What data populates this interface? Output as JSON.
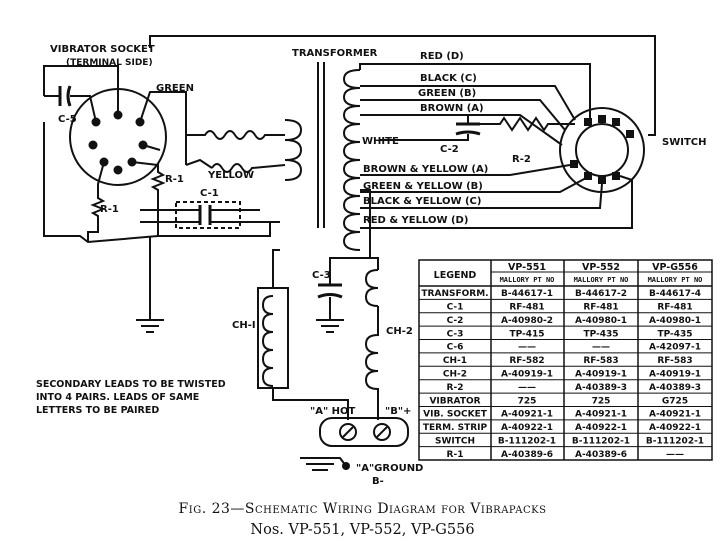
{
  "labels": {
    "vibrator_socket": "VIBRATOR SOCKET",
    "terminal_side": "(TERMINAL SIDE)",
    "green": "GREEN",
    "yellow": "YELLOW",
    "c5": "C-5",
    "r1": "R-1",
    "c1": "C-1",
    "transformer": "TRANSFORMER",
    "white": "WHITE",
    "red_d": "RED  (D)",
    "black_c": "BLACK (C)",
    "green_b": "GREEN (B)",
    "brown_a": "BROWN (A)",
    "c2": "C-2",
    "r2": "R-2",
    "switch": "SWITCH",
    "brown_yellow": "BROWN & YELLOW (A)",
    "green_yellow": "GREEN & YELLOW (B)",
    "black_yellow": "BLACK & YELLOW (C)",
    "red_yellow": "RED & YELLOW (D)",
    "c3": "C-3",
    "ch1": "CH-I",
    "ch2": "CH-2",
    "a_hot": "\"A\" HOT",
    "b_plus": "\"B\"+",
    "a_ground": "\"A\"GROUND",
    "b_minus": "B-"
  },
  "note": [
    "SECONDARY LEADS TO BE TWISTED",
    "INTO 4 PAIRS. LEADS OF SAME",
    "LETTERS TO BE PAIRED"
  ],
  "table": {
    "header": "LEGEND",
    "models": [
      "VP-551",
      "VP-552",
      "VP-G556"
    ],
    "subheader": "MALLORY PT NO",
    "rows": [
      {
        "part": "TRANSFORM.",
        "values": [
          "B-44617-1",
          "B-44617-2",
          "B-44617-4"
        ]
      },
      {
        "part": "C-1",
        "values": [
          "RF-481",
          "RF-481",
          "RF-481"
        ]
      },
      {
        "part": "C-2",
        "values": [
          "A-40980-2",
          "A-40980-1",
          "A-40980-1"
        ]
      },
      {
        "part": "C-3",
        "values": [
          "TP-415",
          "TP-435",
          "TP-435"
        ]
      },
      {
        "part": "C-6",
        "values": [
          "——",
          "——",
          "A-42097-1"
        ]
      },
      {
        "part": "CH-1",
        "values": [
          "RF-582",
          "RF-583",
          "RF-583"
        ]
      },
      {
        "part": "CH-2",
        "values": [
          "A-40919-1",
          "A-40919-1",
          "A-40919-1"
        ]
      },
      {
        "part": "R-2",
        "values": [
          "——",
          "A-40389-3",
          "A-40389-3"
        ]
      },
      {
        "part": "VIBRATOR",
        "values": [
          "725",
          "725",
          "G725"
        ]
      },
      {
        "part": "VIB. SOCKET",
        "values": [
          "A-40921-1",
          "A-40921-1",
          "A-40921-1"
        ]
      },
      {
        "part": "TERM. STRIP",
        "values": [
          "A-40922-1",
          "A-40922-1",
          "A-40922-1"
        ]
      },
      {
        "part": "SWITCH",
        "values": [
          "B-111202-1",
          "B-111202-1",
          "B-111202-1"
        ]
      },
      {
        "part": "R-1",
        "values": [
          "A-40389-6",
          "A-40389-6",
          "——"
        ]
      }
    ]
  },
  "caption": {
    "line1": "Fig. 23—Schematic Wiring Diagram for Vibrapacks",
    "line2": "Nos. VP-551, VP-552, VP-G556"
  }
}
